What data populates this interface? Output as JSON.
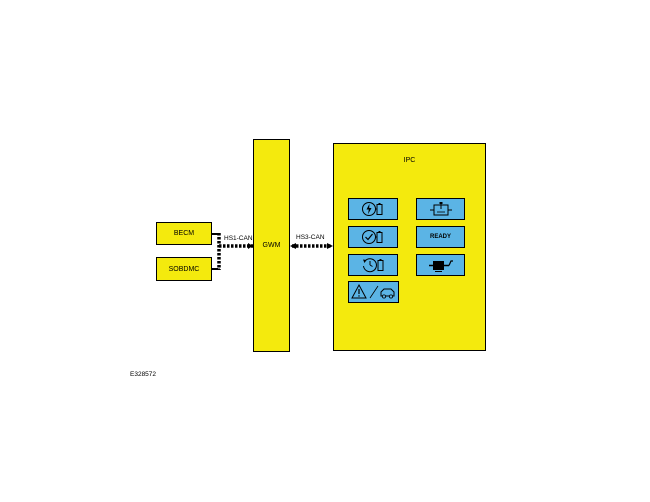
{
  "nodes": {
    "becm": "BECM",
    "sobdmc": "SOBDMC",
    "gwm": "GWM",
    "ipc": "IPC"
  },
  "buses": {
    "hs1": "HS1-CAN",
    "hs3": "HS3-CAN"
  },
  "ipc_indicators": [
    {
      "icon": "charging-battery-icon"
    },
    {
      "icon": "check-timer-icon"
    },
    {
      "icon": "clock-reset-icon"
    },
    {
      "icon": "warning-car-icon"
    },
    {
      "icon": "motor-icon"
    },
    {
      "text": "READY"
    },
    {
      "icon": "exhaust-icon"
    }
  ],
  "figure_id": "E328572",
  "colors": {
    "module_fill": "#f4ea0d",
    "indicator_fill": "#5bb4e5",
    "line": "#000000"
  }
}
